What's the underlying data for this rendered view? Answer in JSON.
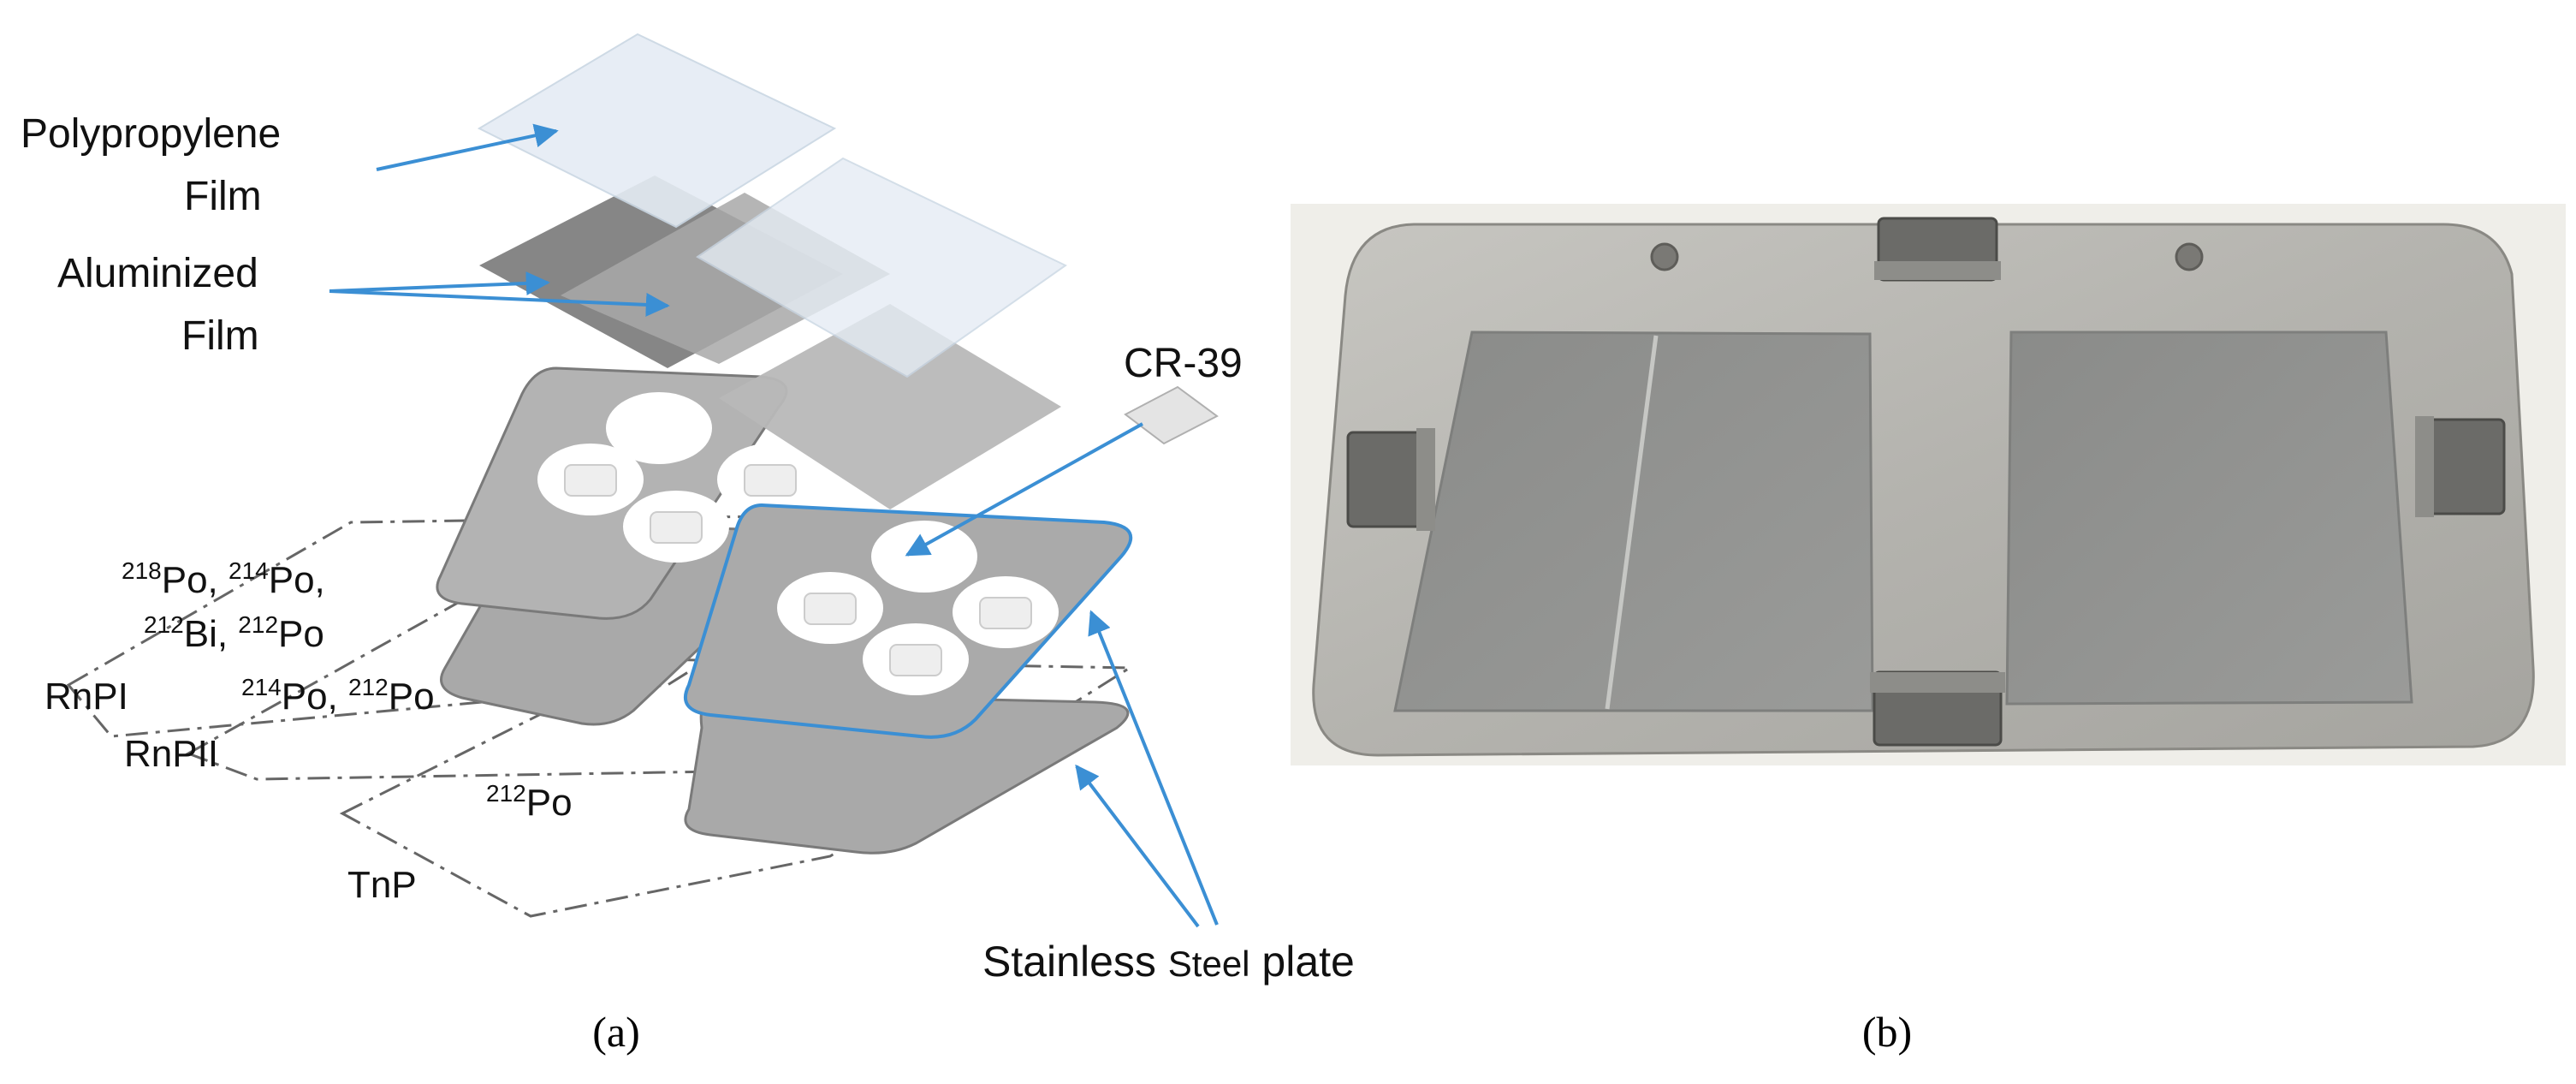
{
  "panel_a": {
    "labels": {
      "polypropylene_line1": "Polypropylene",
      "polypropylene_line2": "Film",
      "aluminized_line1": "Aluminized",
      "aluminized_line2": "Film",
      "cr39": "CR-39",
      "nuclides_row1_a": "218",
      "nuclides_row1_b": "Po, ",
      "nuclides_row1_c": "214",
      "nuclides_row1_d": "Po,",
      "nuclides_row2_a": "212",
      "nuclides_row2_b": "Bi, ",
      "nuclides_row2_c": "212",
      "nuclides_row2_d": "Po",
      "nuclides_row3_a": "214",
      "nuclides_row3_b": "Po, ",
      "nuclides_row3_c": "212",
      "nuclides_row3_d": "Po",
      "nuclides_row4_a": "212",
      "nuclides_row4_b": "Po",
      "rnpi": "RnPI",
      "rnpii": "RnPII",
      "tnp": "TnP",
      "plate_main": "Stainless ",
      "plate_small": "Steel",
      "plate_end": " plate"
    },
    "caption": "(a)"
  },
  "panel_b": {
    "caption": "(b)"
  },
  "colors": {
    "arrow": "#3b8fd4",
    "film_light": "#e3ebf3",
    "aluminized_dark": "#7d7d7d",
    "aluminized_mid": "#a5a5a5",
    "plate_gray": "#a8a8a8",
    "hole_white": "#ffffff",
    "photo_background": "#efeee9",
    "steel_plate": "#b7b6b1",
    "detector_gray": "#8f908e"
  }
}
